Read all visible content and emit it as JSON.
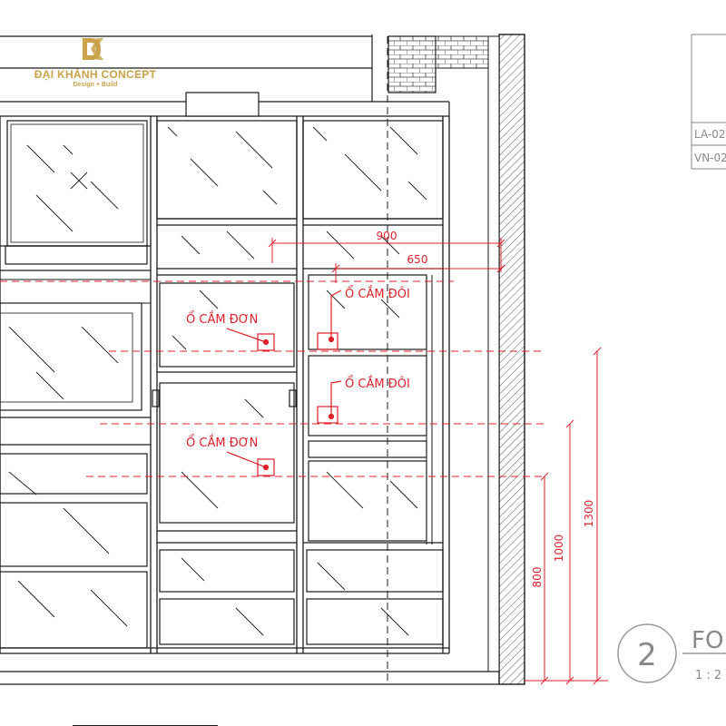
{
  "brand": {
    "name": "ĐẠI KHÁNH CONCEPT",
    "tagline": "Design + Build",
    "monogram": "DK",
    "color": "#c9a24a"
  },
  "colors": {
    "line": "#1a1a1a",
    "annotation": "#e0202a",
    "hatch": "#555555",
    "title_gray": "#888888"
  },
  "annotations": {
    "socket_single": "Ổ CẮM ĐƠN",
    "socket_double": "Ổ CẮM ĐÔI"
  },
  "dimensions": {
    "width_900": "900",
    "width_650": "650",
    "height_800": "800",
    "height_1000": "1000",
    "height_1300": "1300"
  },
  "title_block": {
    "row1": "LA-02",
    "row2": "VN-02"
  },
  "view_title": {
    "number": "2",
    "title": "FO",
    "scale": "1 : 2"
  }
}
